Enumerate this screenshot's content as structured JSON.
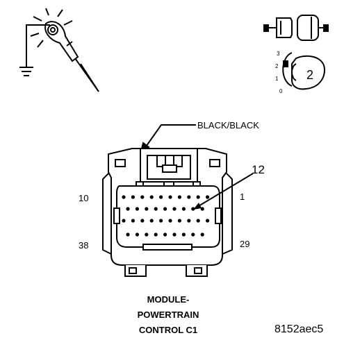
{
  "connector": {
    "color_label": "BLACK/BLACK",
    "pin_callout": "12",
    "pin_labels": {
      "top_left": "10",
      "top_right": "1",
      "bottom_left": "38",
      "bottom_right": "29"
    },
    "name_lines": [
      "MODULE-",
      "POWERTRAIN",
      "CONTROL C1"
    ]
  },
  "ignition": {
    "position_labels": [
      "3",
      "2",
      "1",
      "0"
    ],
    "key_position": "2"
  },
  "figure_id": "8152aec5",
  "icons": {
    "test_light": "test-light-probe-icon",
    "ground": "ground-symbol-icon",
    "connector_disconnect": "connector-disconnect-icon",
    "ignition_switch": "ignition-key-icon"
  }
}
